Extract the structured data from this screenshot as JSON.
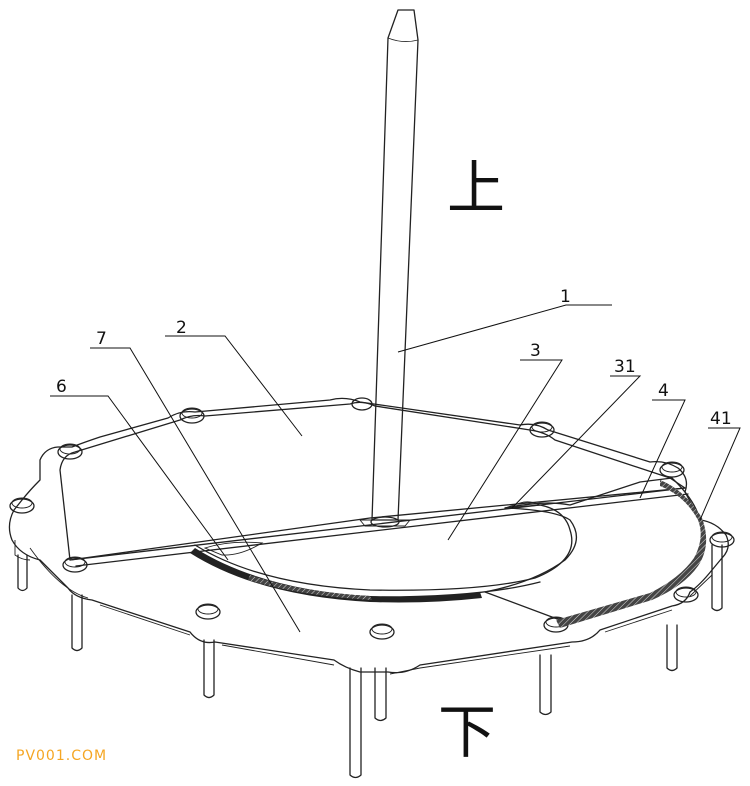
{
  "direction": {
    "up": "上",
    "down": "下"
  },
  "labels": {
    "rod": "1",
    "plate": "2",
    "disc": "3",
    "disc_edge": "31",
    "filter": "4",
    "filter_edge": "41",
    "ring_seal": "6",
    "base_ring": "7"
  },
  "watermark": {
    "text": "PV001.COM",
    "color": "#f5a623"
  }
}
